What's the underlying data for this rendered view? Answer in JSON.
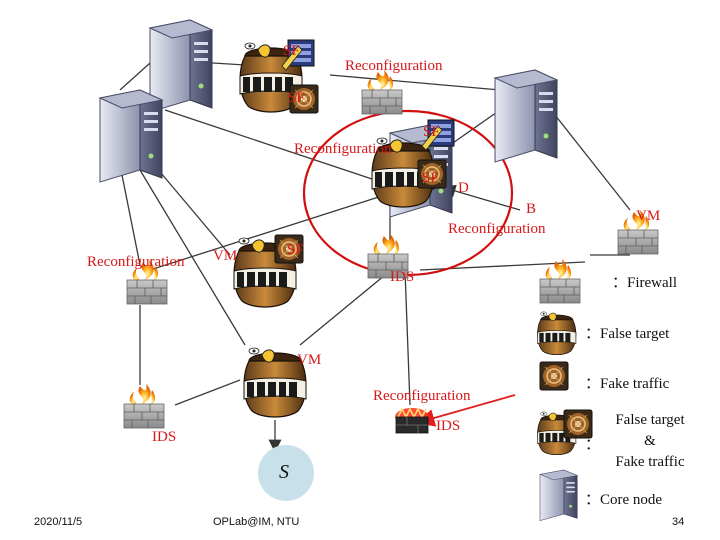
{
  "diagram": {
    "reconfiguration_labels": [
      "Reconfiguration",
      "Reconfiguration",
      "Reconfiguration",
      "Reconfiguration",
      "Reconfiguration"
    ],
    "sf_labels": [
      "SF",
      "SF",
      "SF",
      "SF",
      "SF"
    ],
    "vm_labels": [
      "VM",
      "VM",
      "VM"
    ],
    "ids_labels": [
      "IDS",
      "IDS",
      "IDS"
    ],
    "node_letters": {
      "d": "D",
      "b": "B",
      "s": "S"
    }
  },
  "legend": {
    "firewall": "：Firewall",
    "false_target": "：False target",
    "fake_traffic": "：Fake traffic",
    "colon": "：",
    "combo_line1": "False target",
    "combo_line2": "&",
    "combo_line3": "Fake traffic",
    "core_node": "：Core node"
  },
  "footer": {
    "date": "2020/11/5",
    "org": "OPLab@IM, NTU",
    "page": "34"
  },
  "colors": {
    "link": "#3a3a3a",
    "attack": "#e02020",
    "highlight": "#d01010",
    "label_red": "#d81818"
  }
}
